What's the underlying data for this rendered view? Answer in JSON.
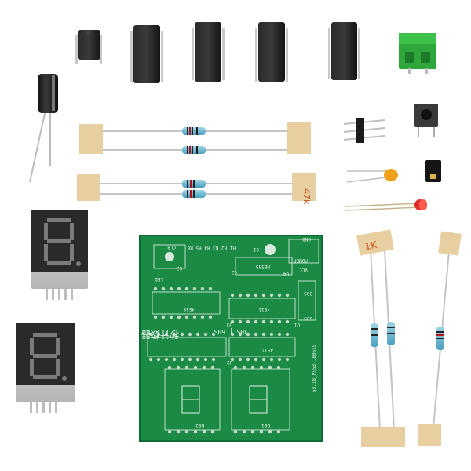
{
  "photo": {
    "background_color": "#ffffff",
    "pcb_color": "#1a8a45",
    "ic_color": "#1e1e1e",
    "terminal_color": "#2ea63a",
    "tape_color": "#e8cfa2",
    "display_body_color": "#cfcfcf",
    "segment_color": "#7a7a7a"
  },
  "pcb_labels": {
    "clr": "CLR",
    "gnd": "GND",
    "power": "POWER",
    "vcc": "VCC",
    "ne555": "NE555",
    "u4": "U4",
    "r_group": "R1 R2 R3 R4 R5 R6",
    "c1": "C1",
    "c2": "C2",
    "s2": "S2",
    "led": "LED",
    "ic_4518": "4518",
    "ic_4511_a": "4511",
    "ic_4511_b": "4511",
    "u3": "U3",
    "u2": "U2",
    "u1": "U1",
    "label_30s": "30S",
    "label_60s": "60S",
    "label_30s_60s": "30S | 60S",
    "ds1": "DS1",
    "ds2": "DS2",
    "board_code": "53718_P553-180619",
    "title_cn": "秒计数器"
  },
  "tape_labels": {
    "tape_47k": "47k",
    "tape_1k": "1K"
  }
}
